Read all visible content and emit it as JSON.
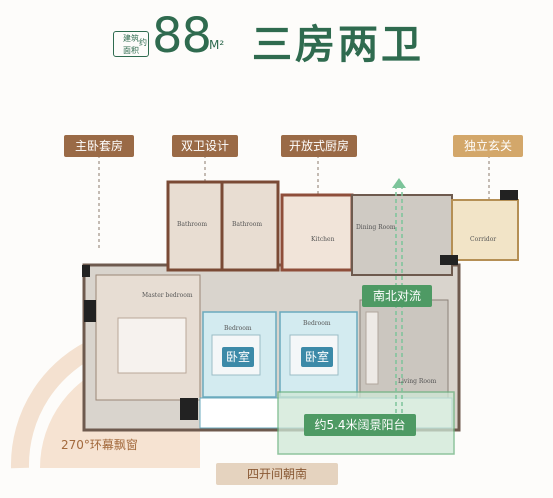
{
  "header": {
    "area_tag_line1": "建筑",
    "area_tag_line2": "面积",
    "area_tag_side": "约",
    "area_value": "88",
    "area_unit": "M²",
    "title": "三房两卫"
  },
  "callouts": {
    "master_suite": "主卧套房",
    "double_bath": "双卫设计",
    "open_kitchen": "开放式厨房",
    "entrance": "独立玄关"
  },
  "rooms": {
    "bathroom_1": "Bathroom",
    "bathroom_2": "Bathroom",
    "kitchen": "Kitchen",
    "dining": "Dining Room",
    "corridor": "Corridor",
    "master_bedroom": "Master bedroom",
    "bedroom_1": "Bedroom",
    "bedroom_2": "Bedroom",
    "living": "Living Room"
  },
  "labels": {
    "bedroom_cn_1": "卧室",
    "bedroom_cn_2": "卧室",
    "ventilation": "南北对流",
    "balcony": "约5.4米阔景阳台",
    "bay_window": "270°环幕飘窗",
    "bottom": "四开间朝南"
  },
  "colors": {
    "brand_green": "#2f6b4f",
    "tag_brown": "#9a6a46",
    "tag_tan": "#d3a76a",
    "balcony_green": "#4e9a64",
    "bedroom_blue": "#3c8aa8"
  }
}
